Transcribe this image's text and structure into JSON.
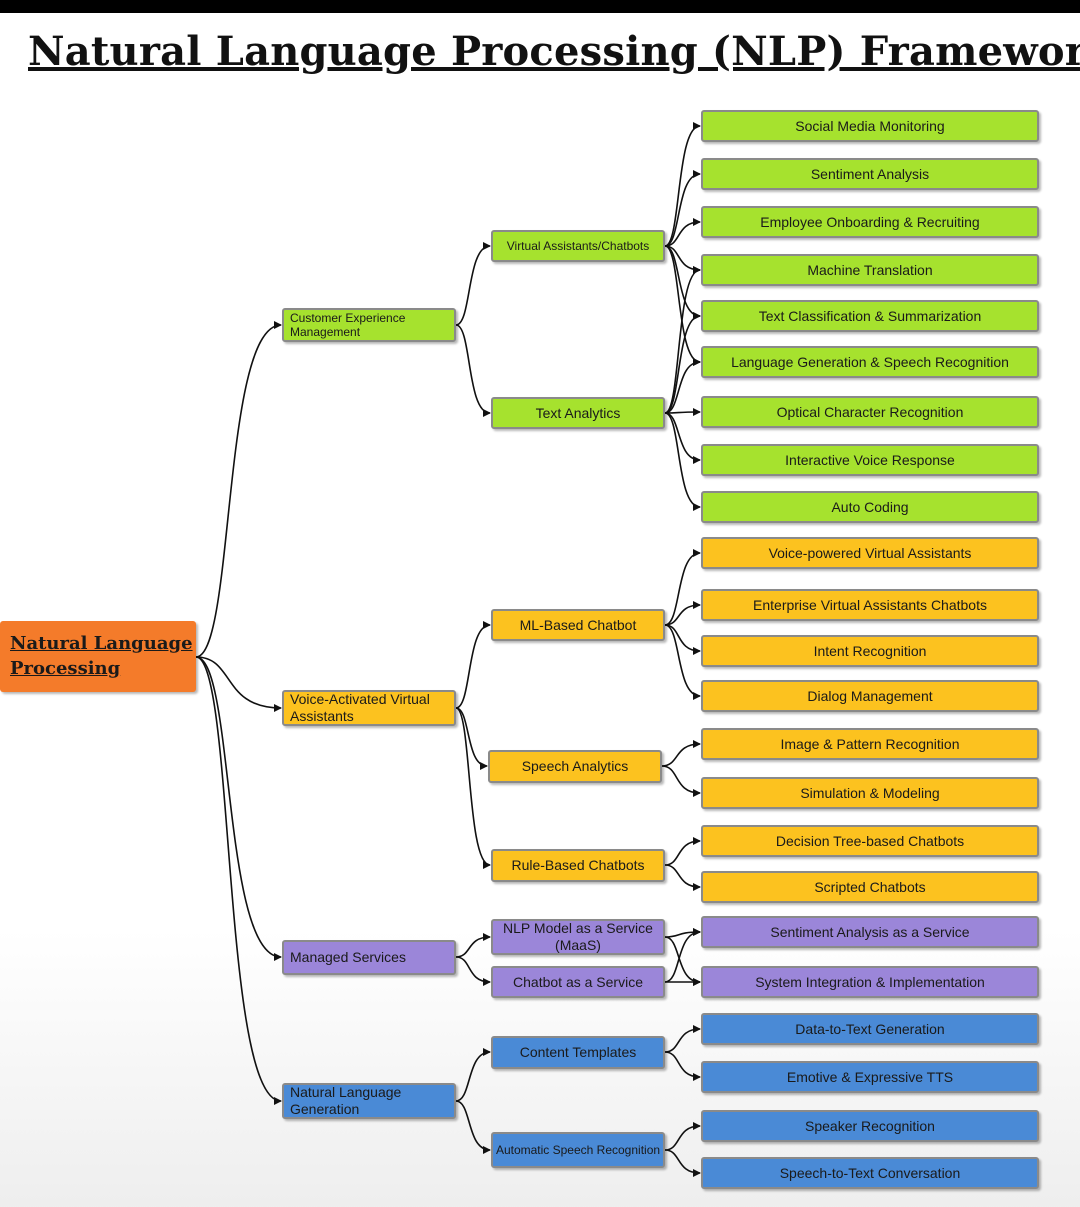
{
  "title": "Natural Language Processing (NLP) Framework",
  "colors": {
    "green": "#a6e22e",
    "yellow": "#fcc21f",
    "purple": "#9b86d9",
    "blue": "#4a8ad6",
    "root": "#f47b2a"
  },
  "root": "Natural Language Processing",
  "level1": [
    "Customer Experience Management",
    "Voice-Activated Virtual Assistants",
    "Managed Services",
    "Natural Language Generation"
  ],
  "level2": [
    "Virtual Assistants/Chatbots",
    "Text Analytics",
    "ML-Based Chatbot",
    "Speech Analytics",
    "Rule-Based Chatbots",
    "NLP Model as a Service (MaaS)",
    "Chatbot as a Service",
    "Content Templates",
    "Automatic Speech Recognition"
  ],
  "level3": [
    "Social Media Monitoring",
    "Sentiment Analysis",
    "Employee Onboarding & Recruiting",
    "Machine Translation",
    "Text Classification & Summarization",
    "Language Generation & Speech Recognition",
    "Optical Character Recognition",
    "Interactive Voice Response",
    "Auto Coding",
    "Voice-powered Virtual Assistants",
    "Enterprise Virtual Assistants Chatbots",
    "Intent Recognition",
    "Dialog Management",
    "Image & Pattern Recognition",
    "Simulation & Modeling",
    "Decision Tree-based Chatbots",
    "Scripted Chatbots",
    "Sentiment Analysis as a Service",
    "System Integration & Implementation",
    "Data-to-Text Generation",
    "Emotive & Expressive TTS",
    "Speaker Recognition",
    "Speech-to-Text Conversation"
  ]
}
